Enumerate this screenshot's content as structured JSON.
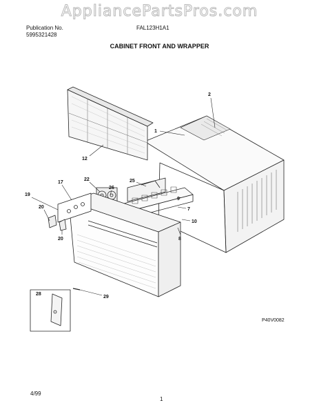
{
  "watermark": "AppliancePartsPros.com",
  "header": {
    "publication_label": "Publication No.",
    "publication_number": "5995321428",
    "model": "FAL123H1A1",
    "section_title": "CABINET FRONT AND WRAPPER"
  },
  "diagram_code": "P40V0082",
  "callouts": [
    "2",
    "1",
    "12",
    "22",
    "25",
    "17",
    "26",
    "19",
    "9",
    "7",
    "20",
    "10",
    "20",
    "8",
    "28",
    "29"
  ],
  "footer": {
    "date": "4/99",
    "page": "1"
  }
}
